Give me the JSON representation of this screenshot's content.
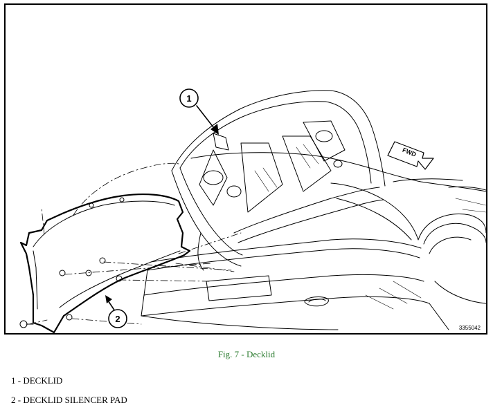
{
  "figure": {
    "image_id": "3355042",
    "callouts": [
      {
        "number": "1"
      },
      {
        "number": "2"
      }
    ],
    "direction_label": "FWD",
    "line_color": "#000000",
    "caption_color": "#2e7d32"
  },
  "caption": "Fig. 7 - Decklid",
  "legend": [
    {
      "text": "1 - DECKLID"
    },
    {
      "text": "2 - DECKLID SILENCER PAD"
    }
  ]
}
